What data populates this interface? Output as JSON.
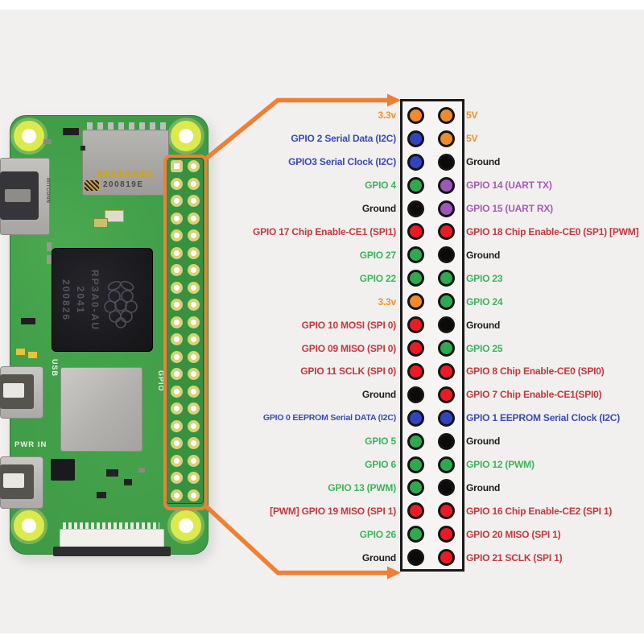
{
  "colors": {
    "background": "#F2F0EE",
    "pcb_green": "#3E9A46",
    "arrow_orange": "#EF7F35",
    "table_border": "#1A1A1A"
  },
  "pin_colors": {
    "orange": "#EF8A2D",
    "blue": "#3243BE",
    "green": "#2FA94F",
    "purple": "#9C57B8",
    "red": "#EC1B23",
    "black": "#0B0B0B"
  },
  "text_colors": {
    "orange": "#F0922E",
    "blue": "#3A4AB8",
    "green": "#3CB45E",
    "purple": "#A55CB5",
    "red": "#C2393F",
    "black": "#1D1D1D"
  },
  "board": {
    "sd_code": "200819E",
    "soc_lines": [
      "RP3A0-AU",
      "2041",
      "200826"
    ],
    "hdmi_brand": "MITCONN",
    "usb_label": "USB",
    "pwr_label": "PWR IN",
    "gpio_silkscreen": "GPIO"
  },
  "pinout": {
    "rows": [
      {
        "left": {
          "label": "3.3v",
          "color": "orange"
        },
        "right": {
          "label": "5V",
          "color": "orange"
        }
      },
      {
        "left": {
          "label": "GPIO 2 Serial Data (I2C)",
          "color": "blue"
        },
        "right": {
          "label": "5V",
          "color": "orange"
        }
      },
      {
        "left": {
          "label": "GPIO3 Serial Clock (I2C)",
          "color": "blue"
        },
        "right": {
          "label": "Ground",
          "color": "black"
        }
      },
      {
        "left": {
          "label": "GPIO 4",
          "color": "green"
        },
        "right": {
          "label": "GPIO 14 (UART TX)",
          "color": "purple"
        }
      },
      {
        "left": {
          "label": "Ground",
          "color": "black"
        },
        "right": {
          "label": "GPIO 15 (UART RX)",
          "color": "purple"
        }
      },
      {
        "left": {
          "label": "GPIO 17 Chip Enable-CE1 (SPI1)",
          "color": "red"
        },
        "right": {
          "label": "GPIO 18 Chip Enable-CE0 (SP1) [PWM]",
          "color": "red"
        }
      },
      {
        "left": {
          "label": "GPIO 27",
          "color": "green"
        },
        "right": {
          "label": "Ground",
          "color": "black"
        }
      },
      {
        "left": {
          "label": "GPIO 22",
          "color": "green"
        },
        "right": {
          "label": "GPIO 23",
          "color": "green"
        }
      },
      {
        "left": {
          "label": "3.3v",
          "color": "orange"
        },
        "right": {
          "label": "GPIO 24",
          "color": "green"
        }
      },
      {
        "left": {
          "label": "GPIO 10 MOSI (SPI 0)",
          "color": "red"
        },
        "right": {
          "label": "Ground",
          "color": "black"
        }
      },
      {
        "left": {
          "label": "GPIO 09 MISO (SPI 0)",
          "color": "red"
        },
        "right": {
          "label": "GPIO 25",
          "color": "green"
        }
      },
      {
        "left": {
          "label": "GPIO 11 SCLK (SPI 0)",
          "color": "red"
        },
        "right": {
          "label": "GPIO 8 Chip Enable-CE0 (SPI0)",
          "color": "red"
        }
      },
      {
        "left": {
          "label": "Ground",
          "color": "black"
        },
        "right": {
          "label": "GPIO 7 Chip Enable-CE1(SPI0)",
          "color": "red"
        }
      },
      {
        "left": {
          "label": "GPIO 0 EEPROM Serial DATA (I2C)",
          "color": "blue",
          "small": true
        },
        "right": {
          "label": "GPIO 1 EEPROM Serial Clock (I2C)",
          "color": "blue"
        }
      },
      {
        "left": {
          "label": "GPIO 5",
          "color": "green"
        },
        "right": {
          "label": "Ground",
          "color": "black"
        }
      },
      {
        "left": {
          "label": "GPIO 6",
          "color": "green"
        },
        "right": {
          "label": "GPIO 12 (PWM)",
          "color": "green"
        }
      },
      {
        "left": {
          "label": "GPIO 13 (PWM)",
          "color": "green"
        },
        "right": {
          "label": "Ground",
          "color": "black"
        }
      },
      {
        "left": {
          "label": "[PWM] GPIO 19 MISO (SPI 1)",
          "color": "red"
        },
        "right": {
          "label": "GPIO 16 Chip Enable-CE2 (SPI 1)",
          "color": "red"
        }
      },
      {
        "left": {
          "label": "GPIO 26",
          "color": "green"
        },
        "right": {
          "label": "GPIO 20 MISO (SPI 1)",
          "color": "red"
        }
      },
      {
        "left": {
          "label": "Ground",
          "color": "black"
        },
        "right": {
          "label": "GPIO 21 SCLK (SPI 1)",
          "color": "red"
        }
      }
    ]
  }
}
